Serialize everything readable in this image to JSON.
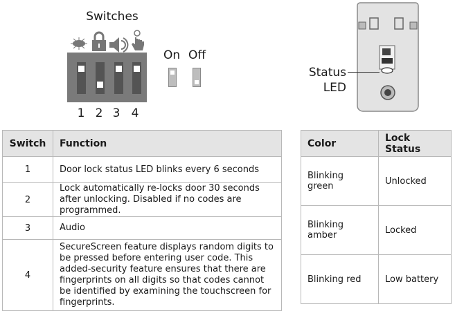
{
  "diagram": {
    "title": "Switches",
    "icons": [
      "led-icon",
      "lock-icon",
      "speaker-icon",
      "finger-touch-icon"
    ],
    "switch_numbers": [
      "1",
      "2",
      "3",
      "4"
    ],
    "on_label": "On",
    "off_label": "Off",
    "status_led_label_line1": "Status",
    "status_led_label_line2": "LED"
  },
  "switch_table": {
    "headers": [
      "Switch",
      "Function"
    ],
    "rows": [
      {
        "switch": "1",
        "function": "Door lock status LED blinks every 6 seconds"
      },
      {
        "switch": "2",
        "function": "Lock automatically re-locks door 30 seconds after unlocking. Disabled if no codes are programmed."
      },
      {
        "switch": "3",
        "function": "Audio"
      },
      {
        "switch": "4",
        "function": "SecureScreen feature displays random digits to be pressed before entering user code. This added-security feature ensures that there are fingerprints on all digits so that codes cannot be identified by examining the touchscreen for fingerprints."
      }
    ]
  },
  "color_table": {
    "headers": [
      "Color",
      "Lock Status"
    ],
    "rows": [
      {
        "color": "Blinking green",
        "status": "Unlocked"
      },
      {
        "color": "Blinking amber",
        "status": "Locked"
      },
      {
        "color": "Blinking red",
        "status": "Low battery"
      }
    ]
  }
}
